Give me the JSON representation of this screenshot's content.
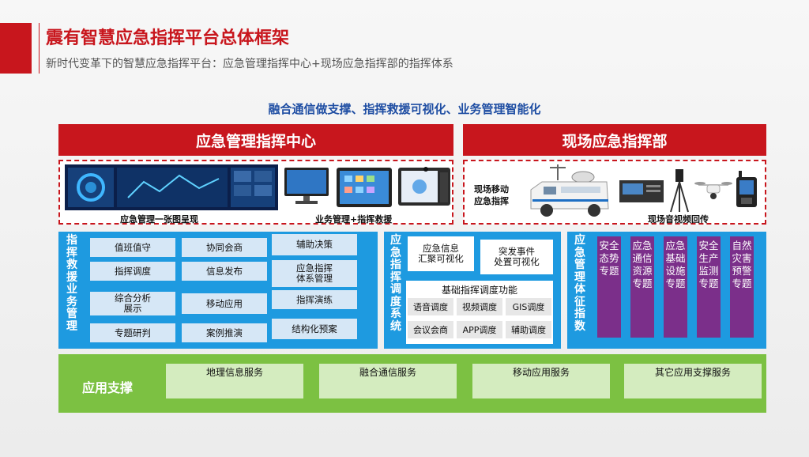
{
  "header": {
    "title": "震有智慧应急指挥平台总体框架",
    "subtitle": "新时代变革下的智慧应急指挥平台：应急管理指挥中心+现场应急指挥部的指挥体系"
  },
  "tagline": "融合通信做支撑、指挥救援可视化、业务管理智能化",
  "command_center": {
    "title": "应急管理指挥中心",
    "caption_left": "应急管理一张图呈现",
    "caption_right": "业务管理+指挥救援"
  },
  "field_command": {
    "title": "现场应急指挥部",
    "mobile_label": "现场移动\n应急指挥",
    "caption": "现场音视频回传"
  },
  "rescue_business": {
    "title": "指挥救援业务管理",
    "cells": [
      "值班值守",
      "协同会商",
      "辅助决策",
      "指挥调度",
      "信息发布",
      "应急指挥\n体系管理",
      "综合分析\n展示",
      "移动应用",
      "指挥演练",
      "专题研判",
      "案例推演",
      "结构化预案"
    ]
  },
  "dispatch_system": {
    "title": "应急指挥调度系统",
    "top_left": "应急信息\n汇聚可视化",
    "top_right": "突发事件\n处置可视化",
    "basic_title": "基础指挥调度功能",
    "functions": [
      "语音调度",
      "视频调度",
      "GIS调度",
      "会议会商",
      "APP调度",
      "辅助调度"
    ]
  },
  "management_indicators": {
    "title": "应急管理体征指数",
    "topics": [
      "安全态势专题",
      "应急通信资源专题",
      "应急基础设施专题",
      "安全生产监测专题",
      "自然灾害预警专题"
    ]
  },
  "app_support": {
    "title": "应用支撑",
    "services": [
      "地理信息服务",
      "融合通信服务",
      "移动应用服务",
      "其它应用支撑服务"
    ]
  },
  "colors": {
    "accent_red": "#c8161d",
    "panel_blue": "#1e9ae0",
    "panel_green": "#7cc142",
    "topic_purple": "#7b2f8a",
    "tagline_blue": "#1f4ea3"
  }
}
